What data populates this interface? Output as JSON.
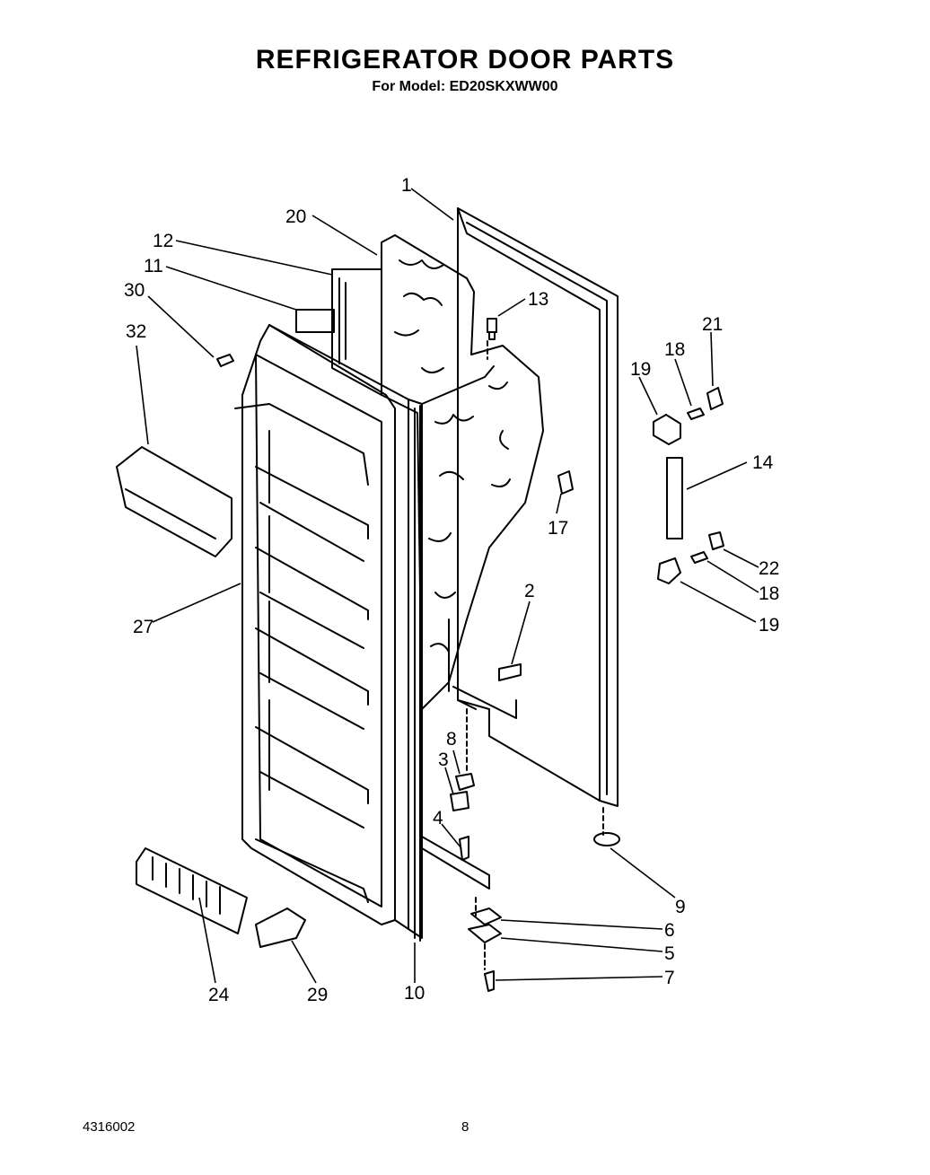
{
  "header": {
    "title": "REFRIGERATOR DOOR PARTS",
    "model_line": "For Model: ED20SKXWW00"
  },
  "footer": {
    "doc_number": "4316002",
    "page_number": "8"
  },
  "callouts": {
    "c1": "1",
    "c20": "20",
    "c12": "12",
    "c11": "11",
    "c30": "30",
    "c32": "32",
    "c13": "13",
    "c18a": "18",
    "c21": "21",
    "c19a": "19",
    "c14": "14",
    "c17": "17",
    "c22": "22",
    "c18b": "18",
    "c19b": "19",
    "c2": "2",
    "c27": "27",
    "c8": "8",
    "c3": "3",
    "c4": "4",
    "c9": "9",
    "c6": "6",
    "c5": "5",
    "c7": "7",
    "c24": "24",
    "c29": "29",
    "c10": "10"
  }
}
